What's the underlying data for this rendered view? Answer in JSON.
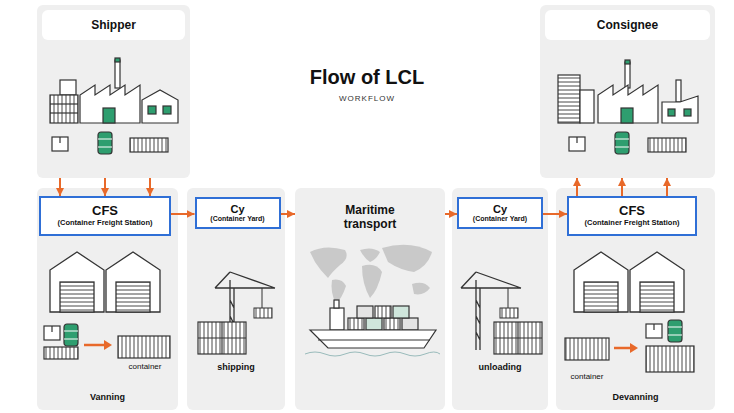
{
  "diagram": {
    "title": "Flow of LCL",
    "nodes": [
      {
        "text": [
          "Shipper"
        ]
      },
      {
        "text": [
          "Consignee"
        ]
      },
      {
        "text": [
          "container",
          "Vanning"
        ]
      },
      {
        "text": [
          "CFS",
          "(Container Freight Station)"
        ],
        "in": 2
      },
      {
        "text": [
          "shipping"
        ]
      },
      {
        "text": [
          "Cy",
          "(Container Yard)"
        ],
        "in": 4
      },
      {
        "text": [
          "Maritime transport"
        ]
      },
      {
        "text": [
          "unloading"
        ]
      },
      {
        "text": [
          "Cy",
          "(Container Yard)"
        ],
        "in": 7
      },
      {
        "text": [
          "container",
          "Devanning"
        ]
      },
      {
        "text": [
          "CFS",
          "(Container Freight Station)"
        ],
        "in": 9
      }
    ],
    "edges": [
      {
        "from": 0,
        "to": 3,
        "arrow": "to"
      },
      {
        "from": 0,
        "to": 3,
        "arrow": "to"
      },
      {
        "from": 0,
        "to": 3,
        "arrow": "to"
      },
      {
        "from": 3,
        "to": 5,
        "arrow": "to"
      },
      {
        "from": 5,
        "to": 6,
        "arrow": "to"
      },
      {
        "from": 6,
        "to": 8,
        "arrow": "to"
      },
      {
        "from": 8,
        "to": 10,
        "arrow": "to"
      },
      {
        "from": 10,
        "to": 1,
        "arrow": "to"
      },
      {
        "from": 10,
        "to": 1,
        "arrow": "to"
      },
      {
        "from": 10,
        "to": 1,
        "arrow": "to"
      }
    ],
    "labels": [
      "WORKFLOW"
    ]
  }
}
